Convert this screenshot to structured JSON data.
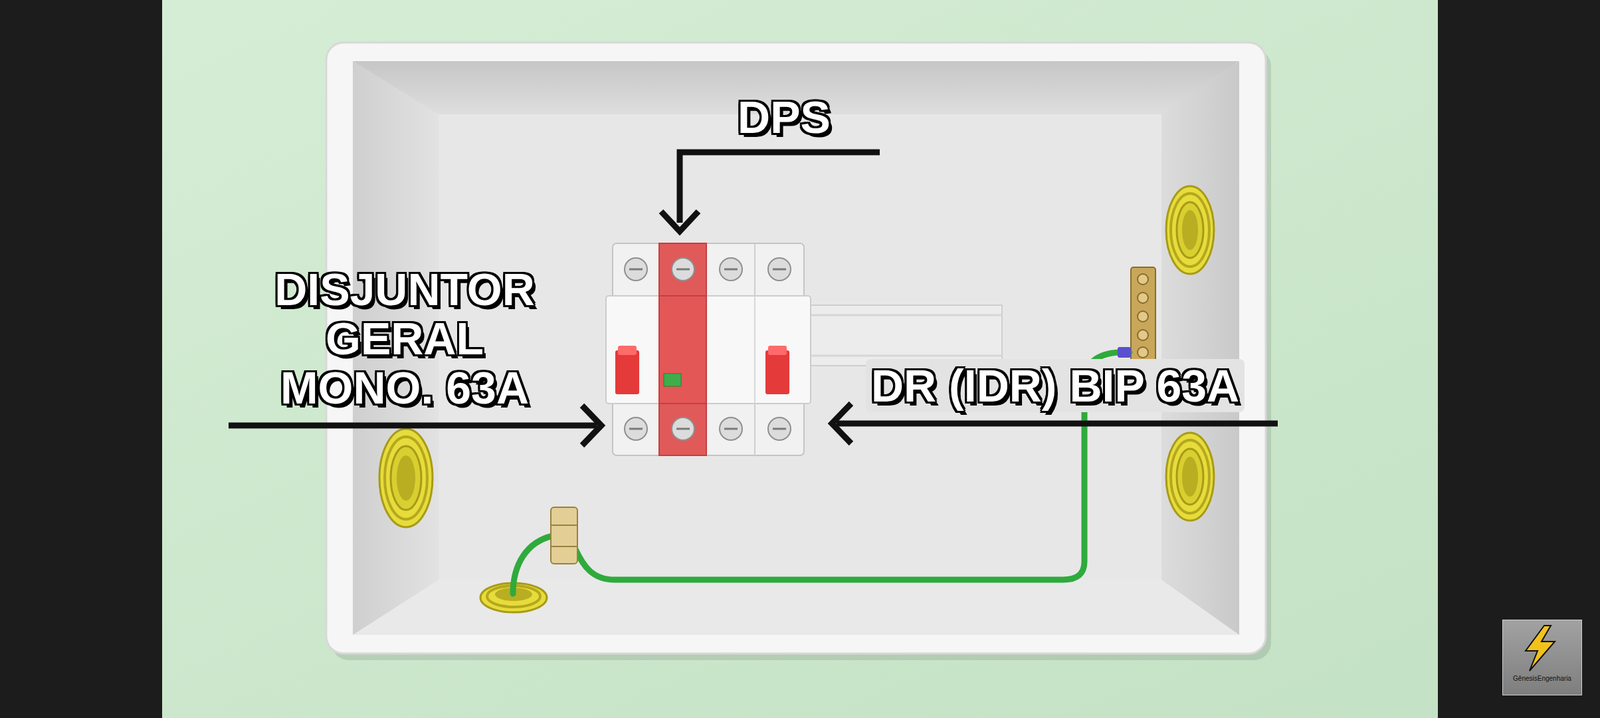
{
  "diagram": {
    "nodes": [
      {
        "text": [
          "GênesisEngenharia"
        ]
      }
    ],
    "labels": [
      "DPS",
      "DISJUNTOR GERAL MONO. 63A",
      "DR (IDR) BIP 63A"
    ]
  }
}
